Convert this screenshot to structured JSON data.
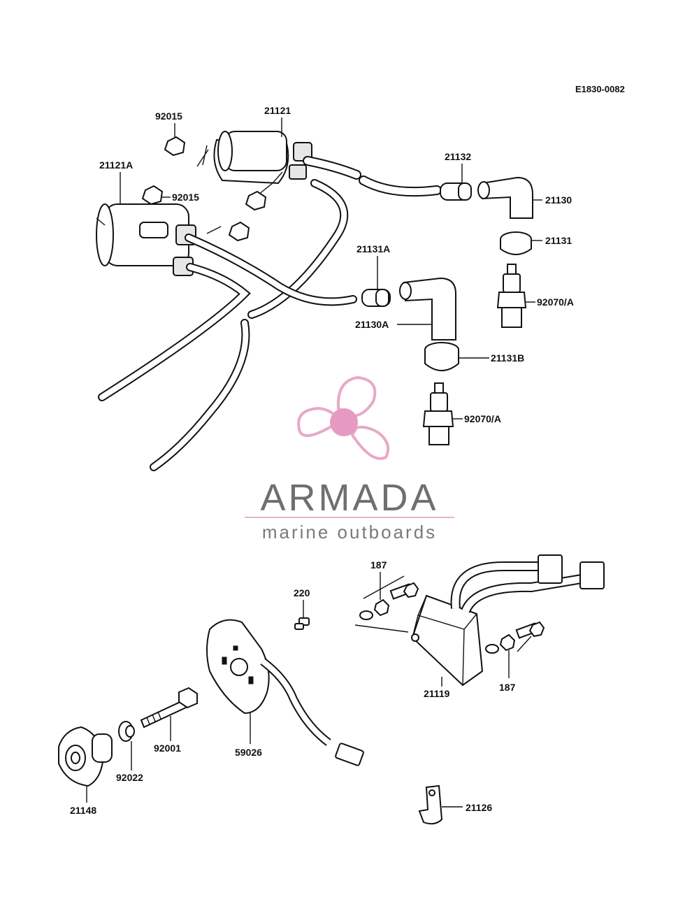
{
  "diagram": {
    "reference_code": "E1830-0082",
    "parts": [
      {
        "id": "p92015a",
        "label": "92015"
      },
      {
        "id": "p21121",
        "label": "21121"
      },
      {
        "id": "p21121a",
        "label": "21121A"
      },
      {
        "id": "p92015b",
        "label": "92015"
      },
      {
        "id": "p21132",
        "label": "21132"
      },
      {
        "id": "p21130",
        "label": "21130"
      },
      {
        "id": "p21131",
        "label": "21131"
      },
      {
        "id": "p21131a",
        "label": "21131A"
      },
      {
        "id": "p92070a1",
        "label": "92070/A"
      },
      {
        "id": "p21130a",
        "label": "21130A"
      },
      {
        "id": "p21131b",
        "label": "21131B"
      },
      {
        "id": "p92070a2",
        "label": "92070/A"
      },
      {
        "id": "p187a",
        "label": "187"
      },
      {
        "id": "p220",
        "label": "220"
      },
      {
        "id": "p187b",
        "label": "187"
      },
      {
        "id": "p21119",
        "label": "21119"
      },
      {
        "id": "p92001",
        "label": "92001"
      },
      {
        "id": "p59026",
        "label": "59026"
      },
      {
        "id": "p92022",
        "label": "92022"
      },
      {
        "id": "p21148",
        "label": "21148"
      },
      {
        "id": "p21126",
        "label": "21126"
      }
    ]
  },
  "watermark": {
    "brand": "ARMADA",
    "tagline": "marine outboards",
    "colors": {
      "logo": "#e8a9c8",
      "logo_center": "#e69ac2",
      "text": "#6f6f6f",
      "rule": "#e8b4cc"
    },
    "icon": "propeller-logo-icon"
  }
}
